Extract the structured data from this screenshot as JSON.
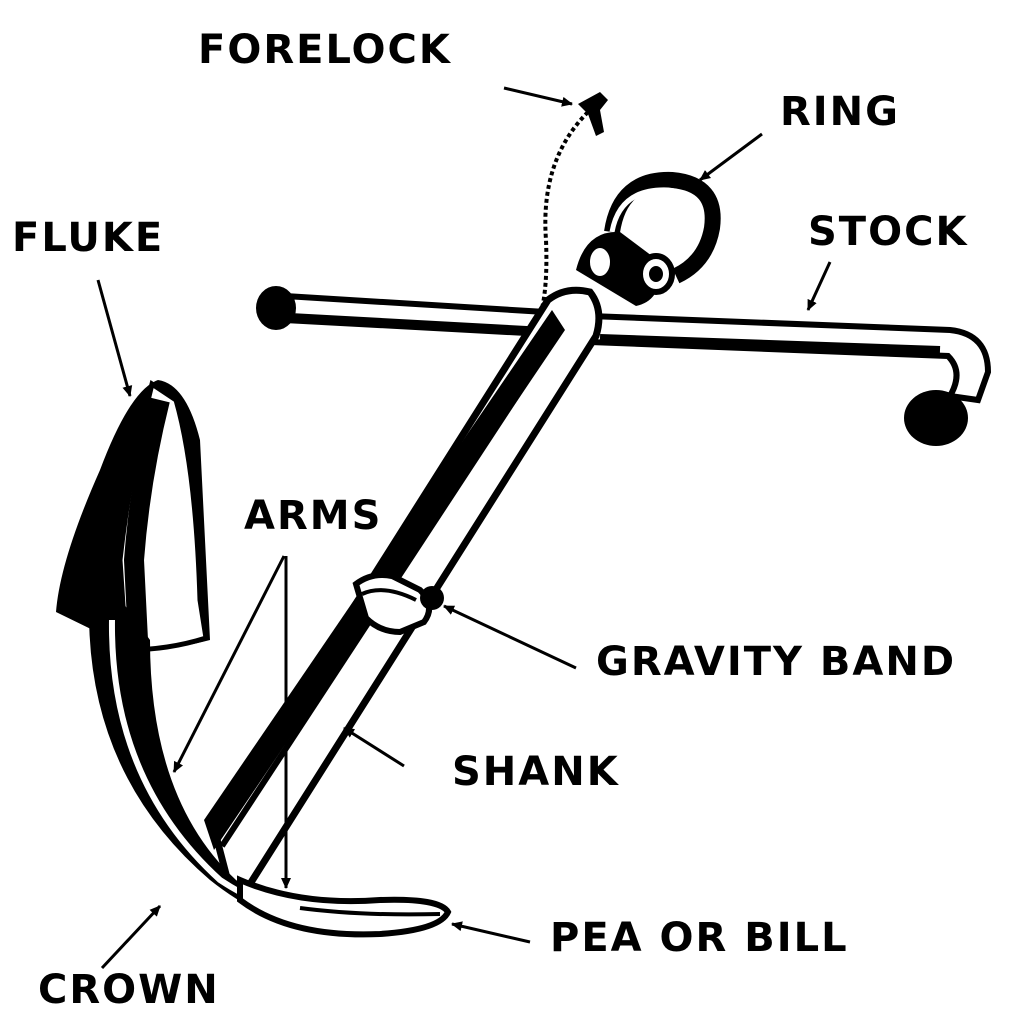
{
  "labels": {
    "forelock": "FORELOCK",
    "ring": "RING",
    "stock": "STOCK",
    "fluke": "FLUKE",
    "arms": "ARMS",
    "gravity_band": "GRAVITY BAND",
    "shank": "SHANK",
    "pea_or_bill": "PEA OR BILL",
    "crown": "CROWN"
  },
  "colors": {
    "ink": "#000000",
    "paper": "#ffffff"
  }
}
